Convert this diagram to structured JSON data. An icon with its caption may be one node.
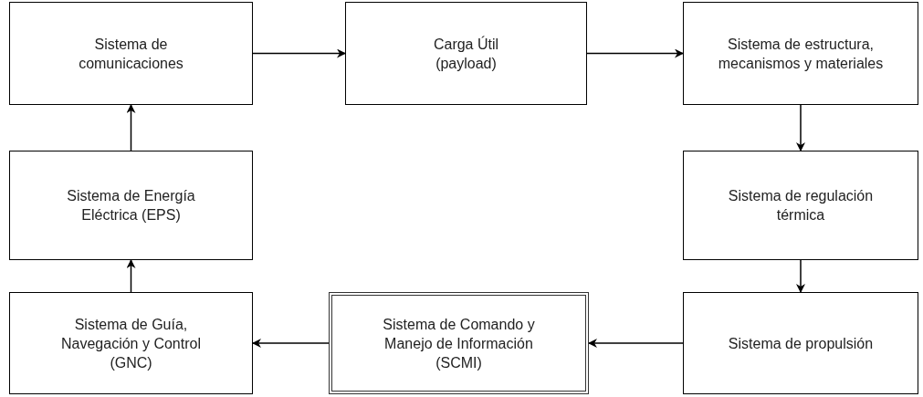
{
  "diagram": {
    "nodes": [
      {
        "text": [
          "Sistema de comunicaciones"
        ]
      },
      {
        "text": [
          "Carga Útil (payload)"
        ]
      },
      {
        "text": [
          "Sistema de estructura, mecanismos y materiales"
        ]
      },
      {
        "text": [
          "Sistema de Energía Eléctrica (EPS)"
        ]
      },
      {
        "text": [
          "Sistema de regulación térmica"
        ]
      },
      {
        "text": [
          "Sistema de Guía, Navegación y Control (GNC)"
        ]
      },
      {
        "text": [
          "Sistema de Comando y Manejo de Información (SCMI)"
        ]
      },
      {
        "text": [
          "Sistema de propulsión"
        ]
      }
    ],
    "edges": [
      {
        "from": 0,
        "to": 1,
        "arrow": "to"
      },
      {
        "from": 1,
        "to": 2,
        "arrow": "to"
      },
      {
        "from": 2,
        "to": 4,
        "arrow": "to"
      },
      {
        "from": 4,
        "to": 7,
        "arrow": "to"
      },
      {
        "from": 7,
        "to": 6,
        "arrow": "to"
      },
      {
        "from": 6,
        "to": 5,
        "arrow": "to"
      },
      {
        "from": 5,
        "to": 3,
        "arrow": "to"
      },
      {
        "from": 3,
        "to": 0,
        "arrow": "to"
      }
    ]
  }
}
